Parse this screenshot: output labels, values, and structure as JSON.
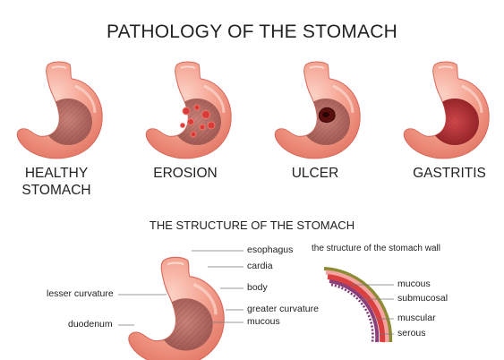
{
  "title": "PATHOLOGY OF THE STOMACH",
  "conditions": [
    {
      "label": "HEALTHY\nSTOMACH"
    },
    {
      "label": "EROSION"
    },
    {
      "label": "ULCER"
    },
    {
      "label": "GASTRITIS"
    }
  ],
  "structure": {
    "title": "THE STRUCTURE OF THE STOMACH",
    "labels": {
      "esophagus": "esophagus",
      "cardia": "cardia",
      "body": "body",
      "greater_curvature": "greater curvature",
      "mucous": "mucous",
      "lesser_curvature": "lesser curvature",
      "duodenum": "duodenum"
    }
  },
  "wall": {
    "title": "the structure of the stomach wall",
    "layers": {
      "mucous": "mucous",
      "submucosal": "submucosal",
      "muscular": "muscular",
      "serous": "serous"
    }
  },
  "colors": {
    "stomach_fill": "#f4a08e",
    "stomach_dark": "#e47a69",
    "stomach_highlight": "#fcd2c6",
    "mucosa": "#b86a60",
    "erosion_red": "#d93b3b",
    "ulcer_dark": "#5a0f0f",
    "gastritis": "#b02a30",
    "wall_purple": "#8a3f7a",
    "wall_red": "#d9403f",
    "wall_pink": "#f4a4a0",
    "wall_olive": "#8c8a33"
  }
}
